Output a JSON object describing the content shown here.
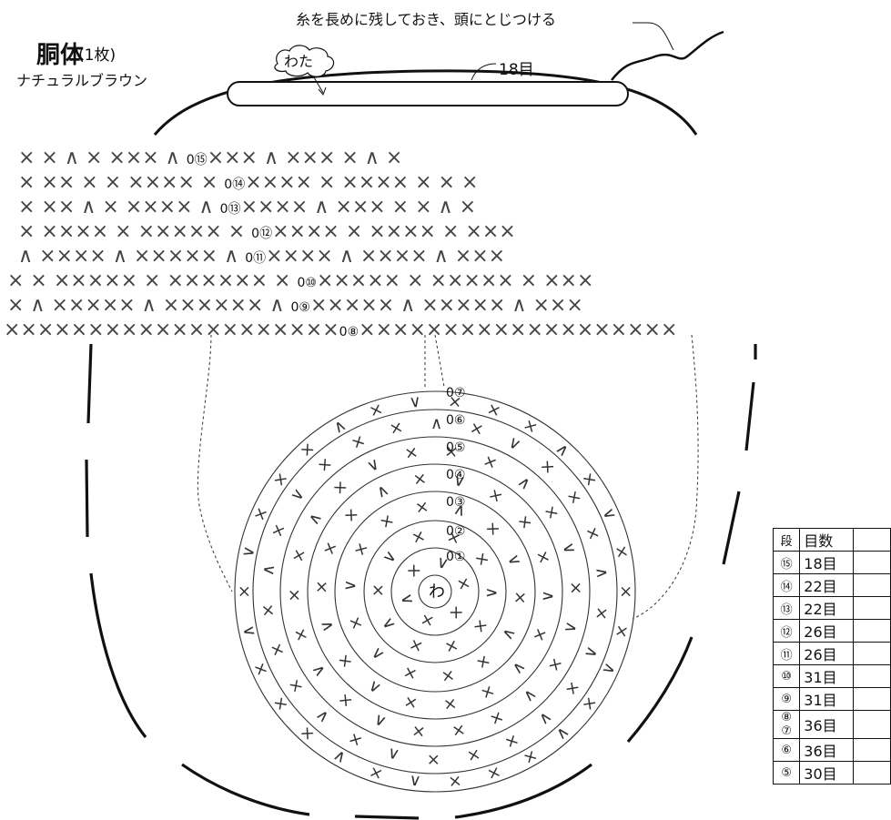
{
  "header": {
    "title": "胴体",
    "count": "(1枚)",
    "color_name": "ナチュラルブラウン"
  },
  "annotations": {
    "yarn_note": "糸を長めに残しておき、頭にとじつける",
    "stuffing": "わた",
    "top_count": "18目",
    "center_ring": "わ"
  },
  "upper_rows": [
    {
      "label": "⑮",
      "row": "×  × ∧  ×  ×××  ∧  0⑮××× ∧  ×××  ×  ∧ ×"
    },
    {
      "label": "⑭",
      "row": "×  ××  ×  ×  ××××  ×  0⑭×××× ×  ××××  ×  × ×"
    },
    {
      "label": "⑬",
      "row": "×  ×× ∧  ×  ××××  ∧  0⑬×××× ∧  ×××  ×  × ∧ ×"
    },
    {
      "label": "⑫",
      "row": "×  ××××  ×  ×××××  ×  0⑫××××  ×  ××××  ×  ×××"
    },
    {
      "label": "⑪",
      "row": "∧  ××××  ∧  ×××××  ∧  0⑪×××× ∧  ××××  ∧  ×××"
    },
    {
      "label": "⑩",
      "row": "× ×  ×××××  ×  ××××××  ×  0⑩×××××  ×  ×××××  ×  ×××"
    },
    {
      "label": "⑨",
      "row": "× ∧  ×××××  ∧  ××××××  ∧  0⑨×××××  ∧  ×××××  ∧  ×××"
    },
    {
      "label": "⑧",
      "row": "××××××××××××××××××××0⑧××××××××××××××××××××"
    }
  ],
  "circle_rows": [
    "⑦",
    "⑥",
    "⑤",
    "④",
    "③",
    "②",
    "①"
  ],
  "round_table": {
    "headers": [
      "段",
      "目数",
      ""
    ],
    "rows": [
      {
        "step": "⑮",
        "count": "18目"
      },
      {
        "step": "⑭",
        "count": "22目"
      },
      {
        "step": "⑬",
        "count": "22目"
      },
      {
        "step": "⑫",
        "count": "26目"
      },
      {
        "step": "⑪",
        "count": "26目"
      },
      {
        "step": "⑩",
        "count": "31目"
      },
      {
        "step": "⑨",
        "count": "31目"
      },
      {
        "step": "⑧\n⑦",
        "count": "36目"
      },
      {
        "step": "⑥",
        "count": "36目"
      },
      {
        "step": "⑤",
        "count": "30目"
      }
    ]
  }
}
